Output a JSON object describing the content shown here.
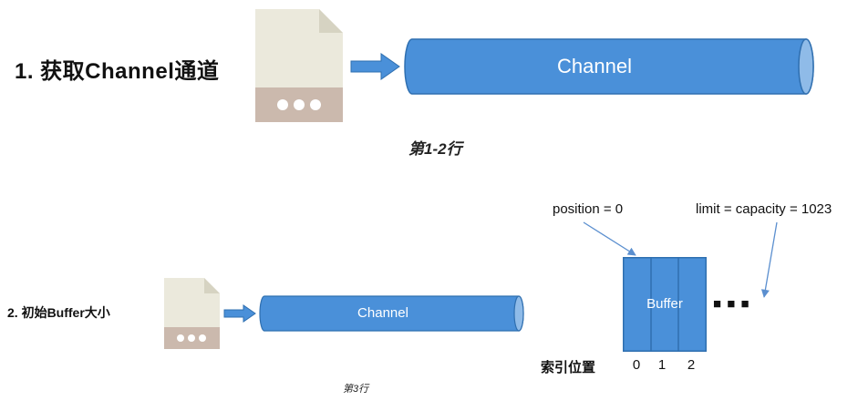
{
  "step1": {
    "title": "1. 获取Channel通道",
    "channel_label": "Channel",
    "caption": "第1-2行"
  },
  "step2": {
    "title": "2. 初始Buffer大小",
    "channel_label": "Channel",
    "caption": "第3行"
  },
  "buffer": {
    "label": "Buffer",
    "position_label": "position = 0",
    "limit_label": "limit = capacity = 1023",
    "index_title": "索引位置",
    "indices": [
      "0",
      "1",
      "2"
    ],
    "ellipsis": "■ ■ ■"
  },
  "colors": {
    "channel_fill": "#4a90d9",
    "channel_stroke": "#2f6fb0",
    "file_body": "#ebe9dc",
    "file_footer": "#cbb9ad",
    "arrow_line": "#5b8fcf"
  }
}
